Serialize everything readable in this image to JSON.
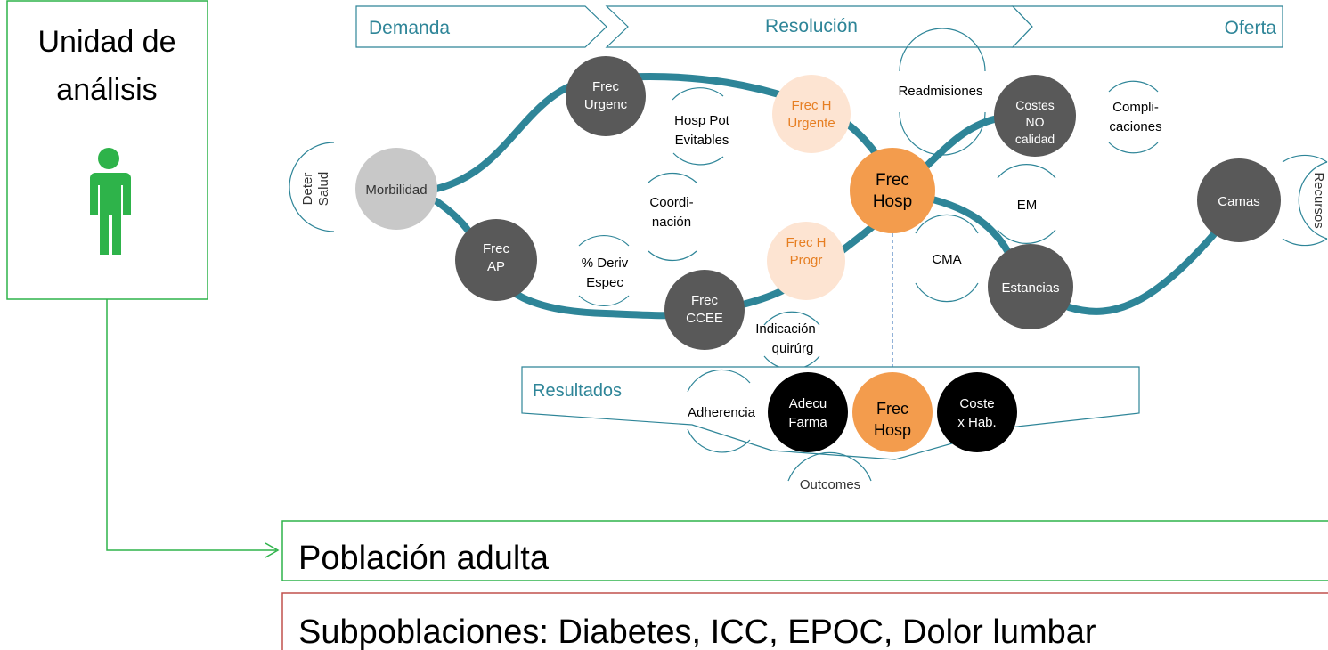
{
  "unit_box": {
    "title_line1": "Unidad de",
    "title_line2": "análisis"
  },
  "header_bar": {
    "demanda": "Demanda",
    "resolucion": "Resolución",
    "oferta": "Oferta"
  },
  "nodes": {
    "frec_urgenc": [
      "Frec",
      "Urgenc"
    ],
    "morbilidad": [
      "Morbilidad"
    ],
    "frec_ap": [
      "Frec",
      "AP"
    ],
    "frec_ccee": [
      "Frec",
      "CCEE"
    ],
    "frec_h_urgente": [
      "Frec H",
      "Urgente"
    ],
    "frec_h_progr": [
      "Frec H",
      "Progr"
    ],
    "frec_hosp": [
      "Frec",
      "Hosp"
    ],
    "costes_no_calidad": [
      "Costes",
      "NO",
      "calidad"
    ],
    "estancias": [
      "Estancias"
    ],
    "camas": [
      "Camas"
    ]
  },
  "indicators": {
    "deter_salud": [
      "Deter",
      "Salud"
    ],
    "hosp_pot_evitables": [
      "Hosp Pot",
      "Evitables"
    ],
    "coordinacion": [
      "Coordi-",
      "nación"
    ],
    "deriv_espec": [
      "% Deriv",
      "Espec"
    ],
    "readmisiones": [
      "Readmisiones"
    ],
    "complicaciones": [
      "Compli-",
      "caciones"
    ],
    "em": [
      "EM"
    ],
    "cma": [
      "CMA"
    ],
    "indicacion_quirurg": [
      "Indicación",
      "quirúrg"
    ],
    "recursos": [
      "Recursos"
    ]
  },
  "resultados": {
    "label": "Resultados",
    "adherencia": "Adherencia",
    "adecu_farma": [
      "Adecu",
      "Farma"
    ],
    "frec_hosp": [
      "Frec",
      "Hosp"
    ],
    "coste_hab": [
      "Coste",
      "x Hab."
    ],
    "outcomes": "Outcomes"
  },
  "population": "Población adulta",
  "subpopulations": "Subpoblaciones: Diabetes, ICC, EPOC, Dolor lumbar",
  "colors": {
    "teal": "#2e8598",
    "dark_node": "#595959",
    "light_node": "#c8c8c8",
    "orange": "#f39c4d",
    "peach": "#fde4d2",
    "peach_text": "#e67e22",
    "black": "#000000",
    "green": "#2eb34a",
    "red": "#c0504d"
  },
  "icons": {
    "person": "person-icon"
  }
}
